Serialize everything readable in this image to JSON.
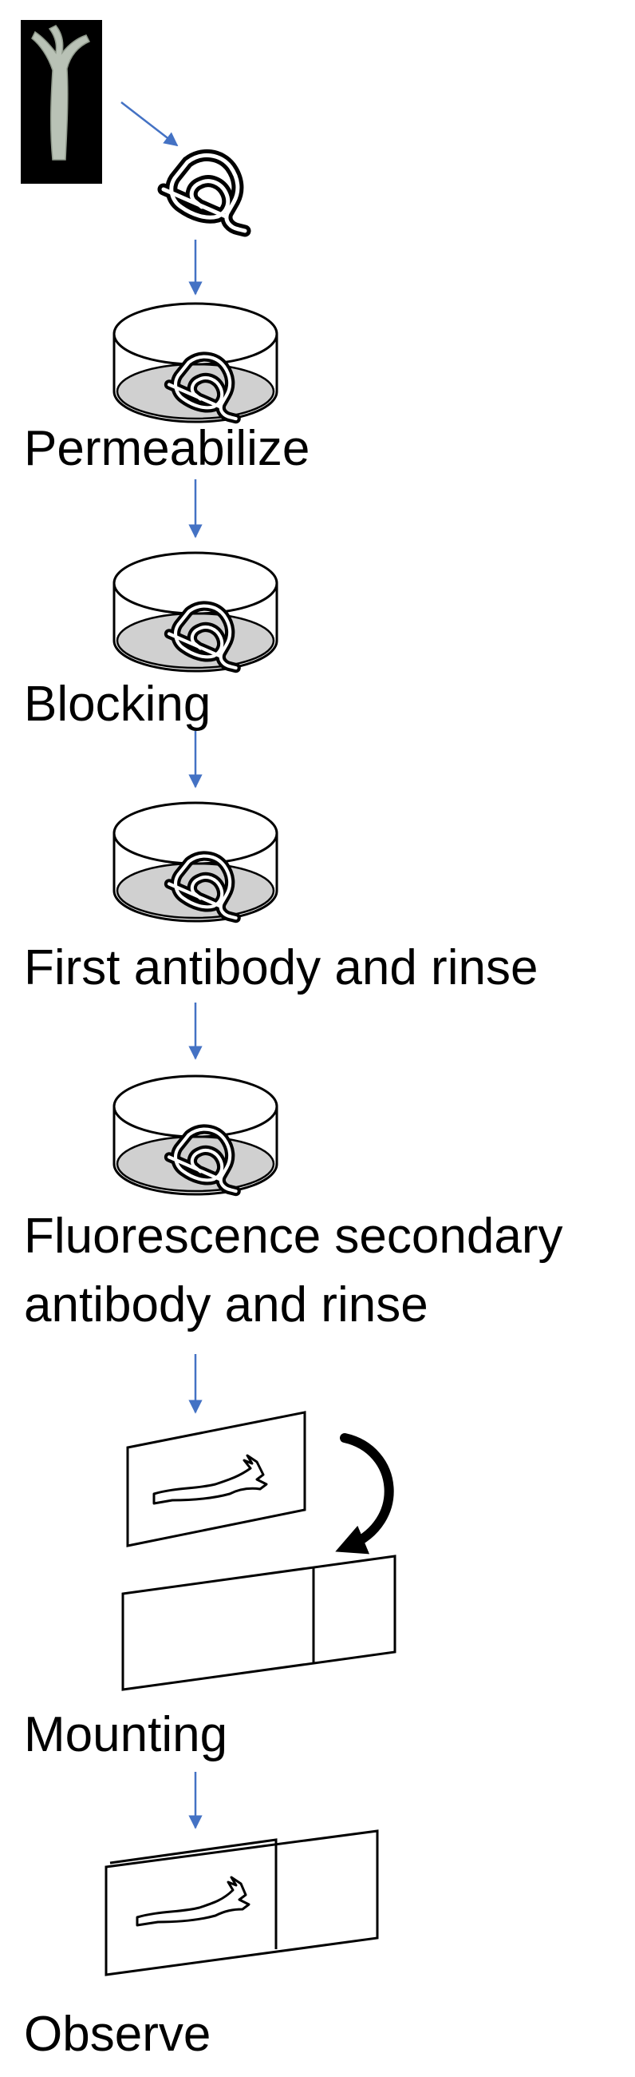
{
  "steps": [
    {
      "id": "permeabilize",
      "label": "Permeabilize"
    },
    {
      "id": "blocking",
      "label": "Blocking"
    },
    {
      "id": "first-antibody",
      "label": "First antibody and rinse"
    },
    {
      "id": "secondary-antibody",
      "label": "Fluorescence secondary\nantibody and rinse"
    },
    {
      "id": "mounting",
      "label": "Mounting"
    },
    {
      "id": "observe",
      "label": "Observe"
    }
  ],
  "colors": {
    "arrow": "#4472C4",
    "dish_liquid": "#D0D0D0",
    "outline": "#000000",
    "specimen_photo_bg": "#000000",
    "specimen_tissue": "#B9C2B6"
  },
  "icons": [
    "aorta-photo",
    "coiled-vessel-icon",
    "petri-dish-icon",
    "slide-icon",
    "coverslip-icon",
    "curved-arrow-icon"
  ]
}
